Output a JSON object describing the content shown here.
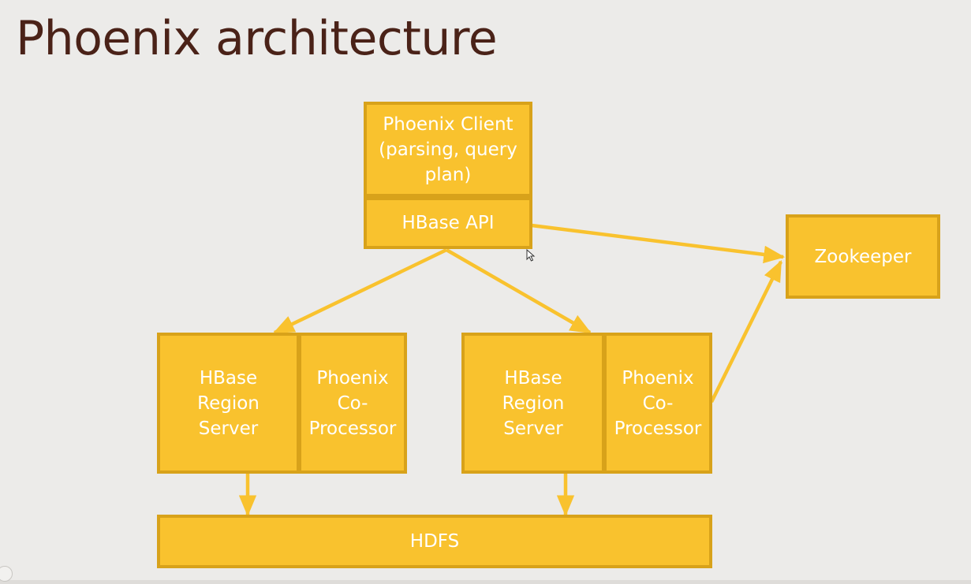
{
  "slide": {
    "title": "Phoenix architecture"
  },
  "diagram": {
    "phoenix_client": [
      "Phoenix Client",
      "(parsing, query",
      "plan)"
    ],
    "hbase_api": "HBase API",
    "zookeeper": "Zookeeper",
    "region_server_1": {
      "server": [
        "HBase",
        "Region",
        "Server"
      ],
      "coprocessor": [
        "Phoenix",
        "Co-",
        "Processor"
      ]
    },
    "region_server_2": {
      "server": [
        "HBase",
        "Region",
        "Server"
      ],
      "coprocessor": [
        "Phoenix",
        "Co-",
        "Processor"
      ]
    },
    "hdfs": "HDFS"
  },
  "colors": {
    "box_fill": "#f9c22e",
    "box_border": "#d8a21a",
    "arrow": "#f9c22e",
    "title": "#4a2218",
    "background": "#ecebe9"
  }
}
